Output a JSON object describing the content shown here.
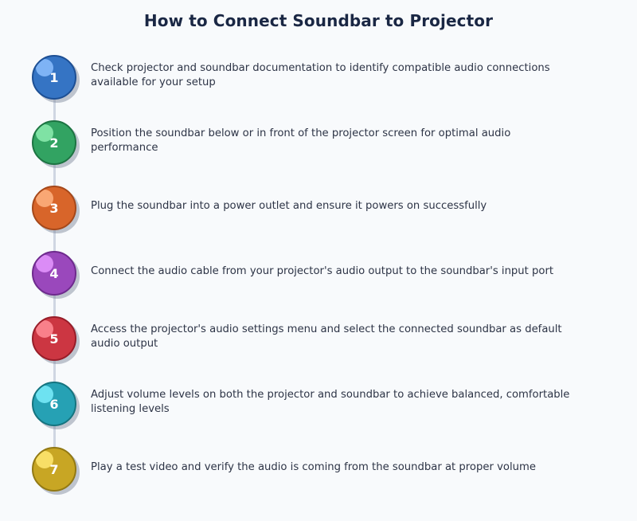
{
  "title": "How to Connect Soundbar to Projector",
  "connector_color": "#cfd6e2",
  "steps": [
    {
      "number": "1",
      "text": "Check projector and soundbar documentation to identify compatible audio connections available for your setup",
      "color": "#3574c4",
      "border": "#1d4f94",
      "highlight": "#7eb3f5",
      "lines": 2
    },
    {
      "number": "2",
      "text": "Position the soundbar below or in front of the projector screen for optimal audio performance",
      "color": "#32a362",
      "border": "#1d7442",
      "highlight": "#7fe2a4",
      "lines": 2
    },
    {
      "number": "3",
      "text": "Plug the soundbar into a power outlet and ensure it powers on successfully",
      "color": "#d8652a",
      "border": "#a5481a",
      "highlight": "#f9a774",
      "lines": 1
    },
    {
      "number": "4",
      "text": "Connect the audio cable from your projector's audio output to the soundbar's input port",
      "color": "#9a48bc",
      "border": "#6e2a8d",
      "highlight": "#db8cf6",
      "lines": 1
    },
    {
      "number": "5",
      "text": "Access the projector's audio settings menu and select the connected soundbar as default audio output",
      "color": "#cc3642",
      "border": "#971d29",
      "highlight": "#f9808a",
      "lines": 2
    },
    {
      "number": "6",
      "text": "Adjust volume levels on both the projector and soundbar to achieve balanced, comfortable listening levels",
      "color": "#26a1b4",
      "border": "#15747f",
      "highlight": "#6ee2f1",
      "lines": 2
    },
    {
      "number": "7",
      "text": "Play a test video and verify the audio is coming from the soundbar at proper volume",
      "color": "#c8a624",
      "border": "#927914",
      "highlight": "#f8df66",
      "lines": 1
    }
  ]
}
